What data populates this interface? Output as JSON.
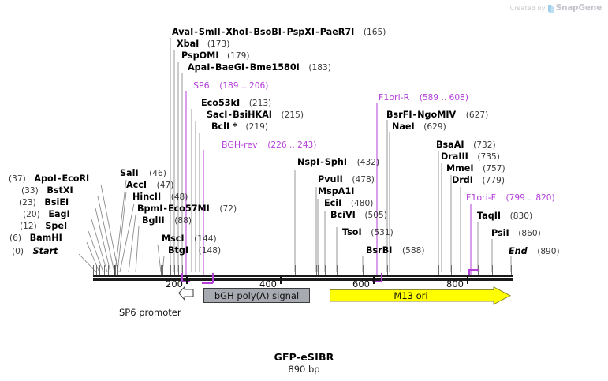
{
  "watermark": {
    "prefix": "Created by",
    "brand": "SnapGene"
  },
  "title": "GFP-eSIBR",
  "subtitle": "890 bp",
  "sequence": {
    "length_bp": 890,
    "start_label": "Start",
    "end_label": "End"
  },
  "axis": {
    "ticks": [
      {
        "label": "200",
        "pos": 200
      },
      {
        "label": "400",
        "pos": 400
      },
      {
        "label": "600",
        "pos": 600
      },
      {
        "label": "800",
        "pos": 800
      }
    ]
  },
  "features": [
    {
      "name": "SP6 promoter",
      "kind": "promoter",
      "direction": "left",
      "color": "#ffffff",
      "start": 189,
      "end": 206
    },
    {
      "name": "bGH poly(A) signal",
      "kind": "polyA",
      "direction": "none",
      "color": "#a8aab2",
      "start": 226,
      "end": 400
    },
    {
      "name": "M13 ori",
      "kind": "origin",
      "direction": "right",
      "color": "#ffff00",
      "start": 430,
      "end": 820
    }
  ],
  "left_labels": [
    {
      "id": "start",
      "pos_text": "(0)",
      "names": [
        "Start"
      ],
      "italic": true
    },
    {
      "id": "bamhi",
      "pos_text": "(6)",
      "names": [
        "BamHI"
      ]
    },
    {
      "id": "spei",
      "pos_text": "(12)",
      "names": [
        "SpeI"
      ]
    },
    {
      "id": "eagi",
      "pos_text": "(20)",
      "names": [
        "EagI"
      ]
    },
    {
      "id": "bsiei",
      "pos_text": "(23)",
      "names": [
        "BsiEI"
      ]
    },
    {
      "id": "bstxi",
      "pos_text": "(33)",
      "names": [
        "BstXI"
      ]
    },
    {
      "id": "apoi",
      "pos_text": "(37)",
      "names": [
        "ApoI",
        "EcoRI"
      ]
    }
  ],
  "mid_labels": [
    {
      "id": "sali",
      "names": [
        "SalI"
      ],
      "pos_text": "(46)"
    },
    {
      "id": "acci",
      "names": [
        "AccI"
      ],
      "pos_text": "(47)"
    },
    {
      "id": "hincii",
      "names": [
        "HincII"
      ],
      "pos_text": "(48)"
    },
    {
      "id": "bpmi",
      "names": [
        "BpmI",
        "Eco57MI"
      ],
      "pos_text": "(72)"
    },
    {
      "id": "bglii",
      "names": [
        "BglII"
      ],
      "pos_text": "(88)"
    },
    {
      "id": "msci",
      "names": [
        "MscI"
      ],
      "pos_text": "(144)"
    },
    {
      "id": "btgi",
      "names": [
        "BtgI"
      ],
      "pos_text": "(148)"
    }
  ],
  "top_labels": [
    {
      "id": "avai",
      "names": [
        "AvaI",
        "SmlI",
        "XhoI",
        "BsoBI",
        "PspXI",
        "PaeR7I"
      ],
      "pos_text": "(165)"
    },
    {
      "id": "xbai",
      "names": [
        "XbaI"
      ],
      "pos_text": "(173)"
    },
    {
      "id": "pspomi",
      "names": [
        "PspOMI"
      ],
      "pos_text": "(179)"
    },
    {
      "id": "apai",
      "names": [
        "ApaI",
        "BaeGI",
        "Bme1580I"
      ],
      "pos_text": "(183)"
    },
    {
      "id": "sp6",
      "names": [
        "SP6"
      ],
      "pos_text": "(189 .. 206)",
      "feature": true
    },
    {
      "id": "eco53ki",
      "names": [
        "Eco53kI"
      ],
      "pos_text": "(213)"
    },
    {
      "id": "saci",
      "names": [
        "SacI",
        "BsiHKAI"
      ],
      "pos_text": "(215)"
    },
    {
      "id": "bcli",
      "names": [
        "BclI *"
      ],
      "pos_text": "(219)"
    },
    {
      "id": "bghrev",
      "names": [
        "BGH-rev"
      ],
      "pos_text": "(226 .. 243)",
      "feature": true
    }
  ],
  "center_labels": [
    {
      "id": "nspi",
      "names": [
        "NspI",
        "SphI"
      ],
      "pos_text": "(432)"
    },
    {
      "id": "pvuii",
      "names": [
        "PvuII"
      ],
      "pos_text": "(478)"
    },
    {
      "id": "mspa1i",
      "names": [
        "MspA1I"
      ],
      "pos_text": ""
    },
    {
      "id": "ecii",
      "names": [
        "EciI"
      ],
      "pos_text": "(480)"
    },
    {
      "id": "bcivi",
      "names": [
        "BciVI"
      ],
      "pos_text": "(505)"
    },
    {
      "id": "tsoi",
      "names": [
        "TsoI"
      ],
      "pos_text": "(531)"
    },
    {
      "id": "bsrbi",
      "names": [
        "BsrBI"
      ],
      "pos_text": "(588)"
    }
  ],
  "right_labels": [
    {
      "id": "f1ori_r",
      "names": [
        "F1ori-R"
      ],
      "pos_text": "(589 .. 608)",
      "feature": true
    },
    {
      "id": "bsrfi",
      "names": [
        "BsrFI",
        "NgoMIV"
      ],
      "pos_text": "(627)"
    },
    {
      "id": "naei",
      "names": [
        "NaeI"
      ],
      "pos_text": "(629)"
    },
    {
      "id": "bsaai",
      "names": [
        "BsaAI"
      ],
      "pos_text": "(732)"
    },
    {
      "id": "draiii",
      "names": [
        "DraIII"
      ],
      "pos_text": "(735)"
    },
    {
      "id": "mmei",
      "names": [
        "MmeI"
      ],
      "pos_text": "(757)"
    },
    {
      "id": "drdi",
      "names": [
        "DrdI"
      ],
      "pos_text": "(779)"
    },
    {
      "id": "f1ori_f",
      "names": [
        "F1ori-F"
      ],
      "pos_text": "(799 .. 820)",
      "feature": true
    },
    {
      "id": "taqii",
      "names": [
        "TaqII"
      ],
      "pos_text": "(830)"
    },
    {
      "id": "psii",
      "names": [
        "PsiI"
      ],
      "pos_text": "(860)"
    },
    {
      "id": "end",
      "names": [
        "End"
      ],
      "pos_text": "(890)",
      "italic": true
    }
  ],
  "colors": {
    "enzyme": "#000000",
    "position": "#3a3a3a",
    "feature": "#b43fd9",
    "backbone": "#1a1a1a",
    "m13_ori": "#ffff00",
    "bgh_polya": "#a8aab2"
  }
}
